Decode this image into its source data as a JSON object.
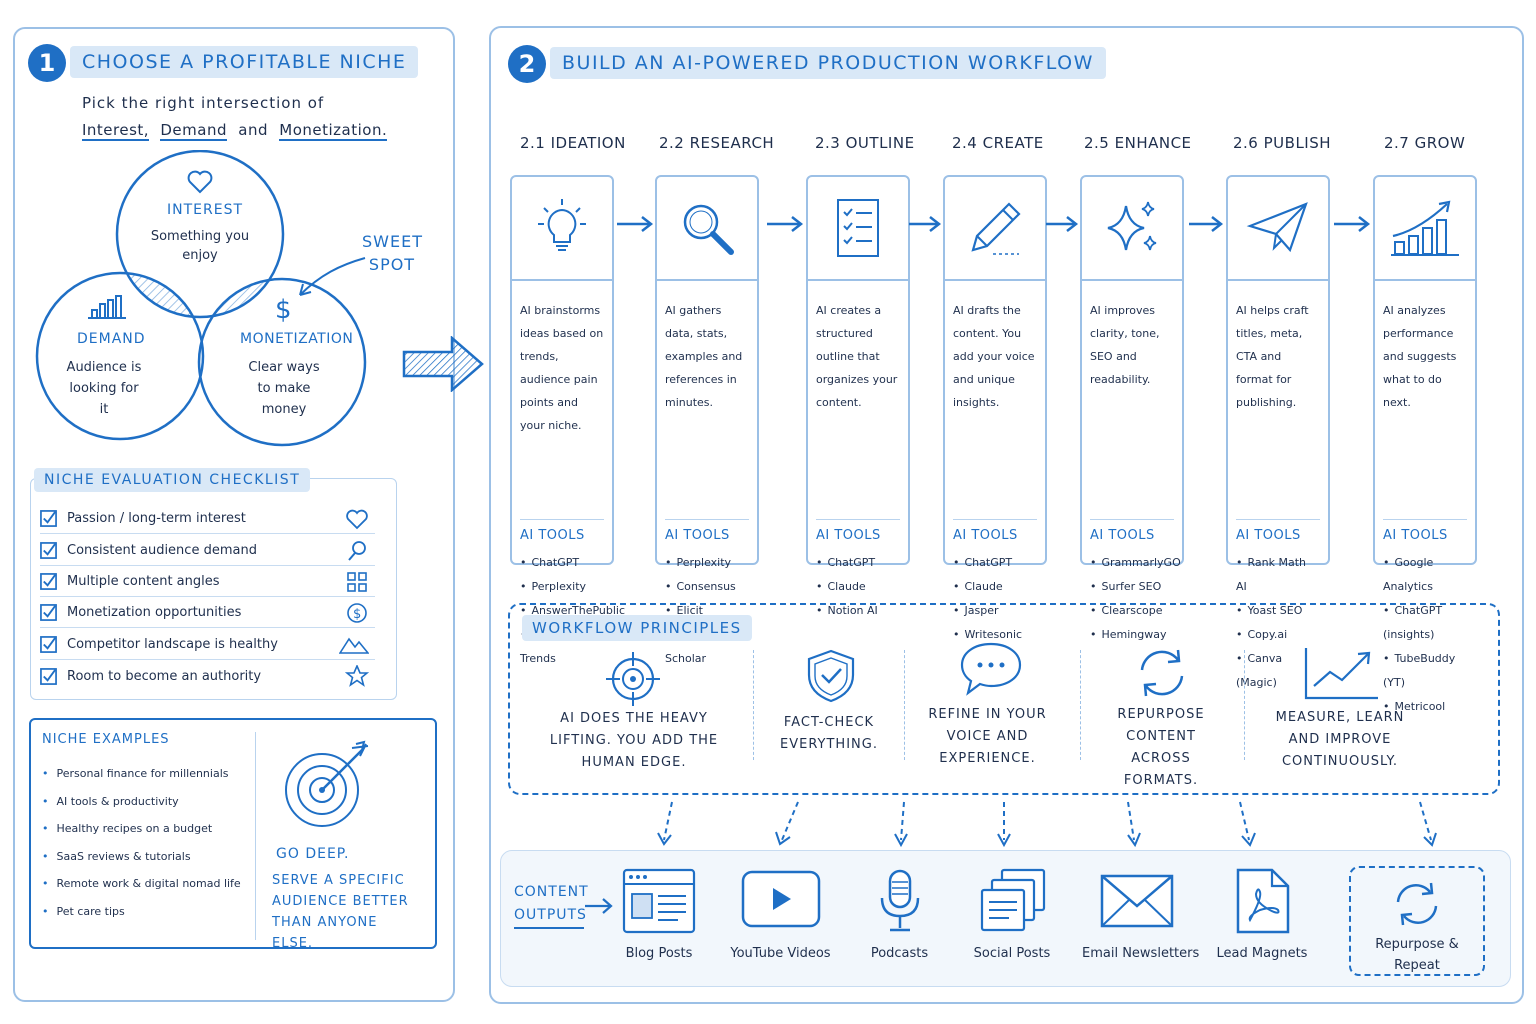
{
  "section1": {
    "number": "1",
    "title": "CHOOSE A PROFITABLE NICHE",
    "intro_line1": "Pick the right intersection of",
    "intro_words": [
      "Interest,",
      "Demand",
      "and",
      "Monetization."
    ],
    "venn": {
      "interest": {
        "title": "INTEREST",
        "text": "Something you enjoy",
        "icon": "heart-icon"
      },
      "demand": {
        "title": "DEMAND",
        "text": "Audience is looking for it",
        "icon": "bar-chart-icon"
      },
      "monetization": {
        "title": "MONETIZATION",
        "text": "Clear ways to make money",
        "icon": "dollar-icon"
      },
      "sweet_spot": "SWEET SPOT"
    },
    "checklist": {
      "title": "NICHE EVALUATION CHECKLIST",
      "items": [
        {
          "label": "Passion / long-term interest",
          "icon": "heart-icon"
        },
        {
          "label": "Consistent audience demand",
          "icon": "search-icon"
        },
        {
          "label": "Multiple content angles",
          "icon": "grid-icon"
        },
        {
          "label": "Monetization opportunities",
          "icon": "dollar-circle-icon"
        },
        {
          "label": "Competitor landscape is healthy",
          "icon": "mountain-icon"
        },
        {
          "label": "Room to become an authority",
          "icon": "star-icon"
        }
      ]
    },
    "examples": {
      "title": "NICHE EXAMPLES",
      "items": [
        "Personal finance for millennials",
        "AI tools & productivity",
        "Healthy recipes on a budget",
        "SaaS reviews & tutorials",
        "Remote work & digital nomad life",
        "Pet care tips"
      ],
      "tagline_1": "GO DEEP.",
      "tagline_2": "SERVE A SPECIFIC AUDIENCE BETTER THAN ANYONE ELSE."
    }
  },
  "section2": {
    "number": "2",
    "title": "BUILD AN AI-POWERED PRODUCTION WORKFLOW",
    "tools_heading": "AI TOOLS",
    "steps": [
      {
        "label": "2.1 IDEATION",
        "icon": "lightbulb-icon",
        "desc": "AI brainstorms ideas based on trends, audience pain points and your niche.",
        "tools": [
          "ChatGPT",
          "Perplexity",
          "AnswerThePublic",
          "Google Trends"
        ]
      },
      {
        "label": "2.2 RESEARCH",
        "icon": "magnifier-icon",
        "desc": "AI gathers data, stats, examples and references in minutes.",
        "tools": [
          "Perplexity",
          "Consensus",
          "Elicit",
          "Google Scholar"
        ]
      },
      {
        "label": "2.3 OUTLINE",
        "icon": "checklist-icon",
        "desc": "AI creates a structured outline that organizes your content.",
        "tools": [
          "ChatGPT",
          "Claude",
          "Notion AI"
        ]
      },
      {
        "label": "2.4 CREATE",
        "icon": "pencil-icon",
        "desc": "AI drafts the content. You add your voice and unique insights.",
        "tools": [
          "ChatGPT",
          "Claude",
          "Jasper",
          "Writesonic"
        ]
      },
      {
        "label": "2.5 ENHANCE",
        "icon": "sparkle-icon",
        "desc": "AI improves clarity, tone, SEO and readability.",
        "tools": [
          "GrammarlyGO",
          "Surfer SEO",
          "Clearscope",
          "Hemingway"
        ]
      },
      {
        "label": "2.6 PUBLISH",
        "icon": "paper-plane-icon",
        "desc": "AI helps craft titles, meta, CTA and format for publishing.",
        "tools": [
          "Rank Math AI",
          "Yoast SEO",
          "Copy.ai",
          "Canva (Magic)"
        ]
      },
      {
        "label": "2.7 GROW",
        "icon": "growth-chart-icon",
        "desc": "AI analyzes performance and suggests what to do next.",
        "tools": [
          "Google Analytics",
          "ChatGPT (insights)",
          "TubeBuddy (YT)",
          "Metricool"
        ]
      }
    ],
    "principles": {
      "title": "WORKFLOW PRINCIPLES",
      "items": [
        {
          "text": "AI DOES THE HEAVY LIFTING. YOU ADD THE HUMAN EDGE.",
          "icon": "target-crosshair-icon"
        },
        {
          "text": "FACT-CHECK EVERYTHING.",
          "icon": "shield-check-icon"
        },
        {
          "text": "REFINE IN YOUR VOICE AND EXPERIENCE.",
          "icon": "speech-bubble-icon"
        },
        {
          "text": "REPURPOSE CONTENT ACROSS FORMATS.",
          "icon": "cycle-icon"
        },
        {
          "text": "MEASURE, LEARN AND IMPROVE CONTINUOUSLY.",
          "icon": "trend-icon"
        }
      ]
    },
    "outputs": {
      "title": "CONTENT OUTPUTS",
      "items": [
        {
          "label": "Blog Posts",
          "icon": "browser-icon"
        },
        {
          "label": "YouTube Videos",
          "icon": "play-icon"
        },
        {
          "label": "Podcasts",
          "icon": "microphone-icon"
        },
        {
          "label": "Social Posts",
          "icon": "stacked-cards-icon"
        },
        {
          "label": "Email Newsletters",
          "icon": "envelope-icon"
        },
        {
          "label": "Lead Magnets",
          "icon": "pdf-icon"
        },
        {
          "label": "Repurpose & Repeat",
          "icon": "repeat-icon"
        }
      ]
    }
  },
  "colors": {
    "accent": "#1f6fc5",
    "border": "#9cc0e6",
    "highlight": "#d9e8f7",
    "text": "#1f2f4d"
  }
}
